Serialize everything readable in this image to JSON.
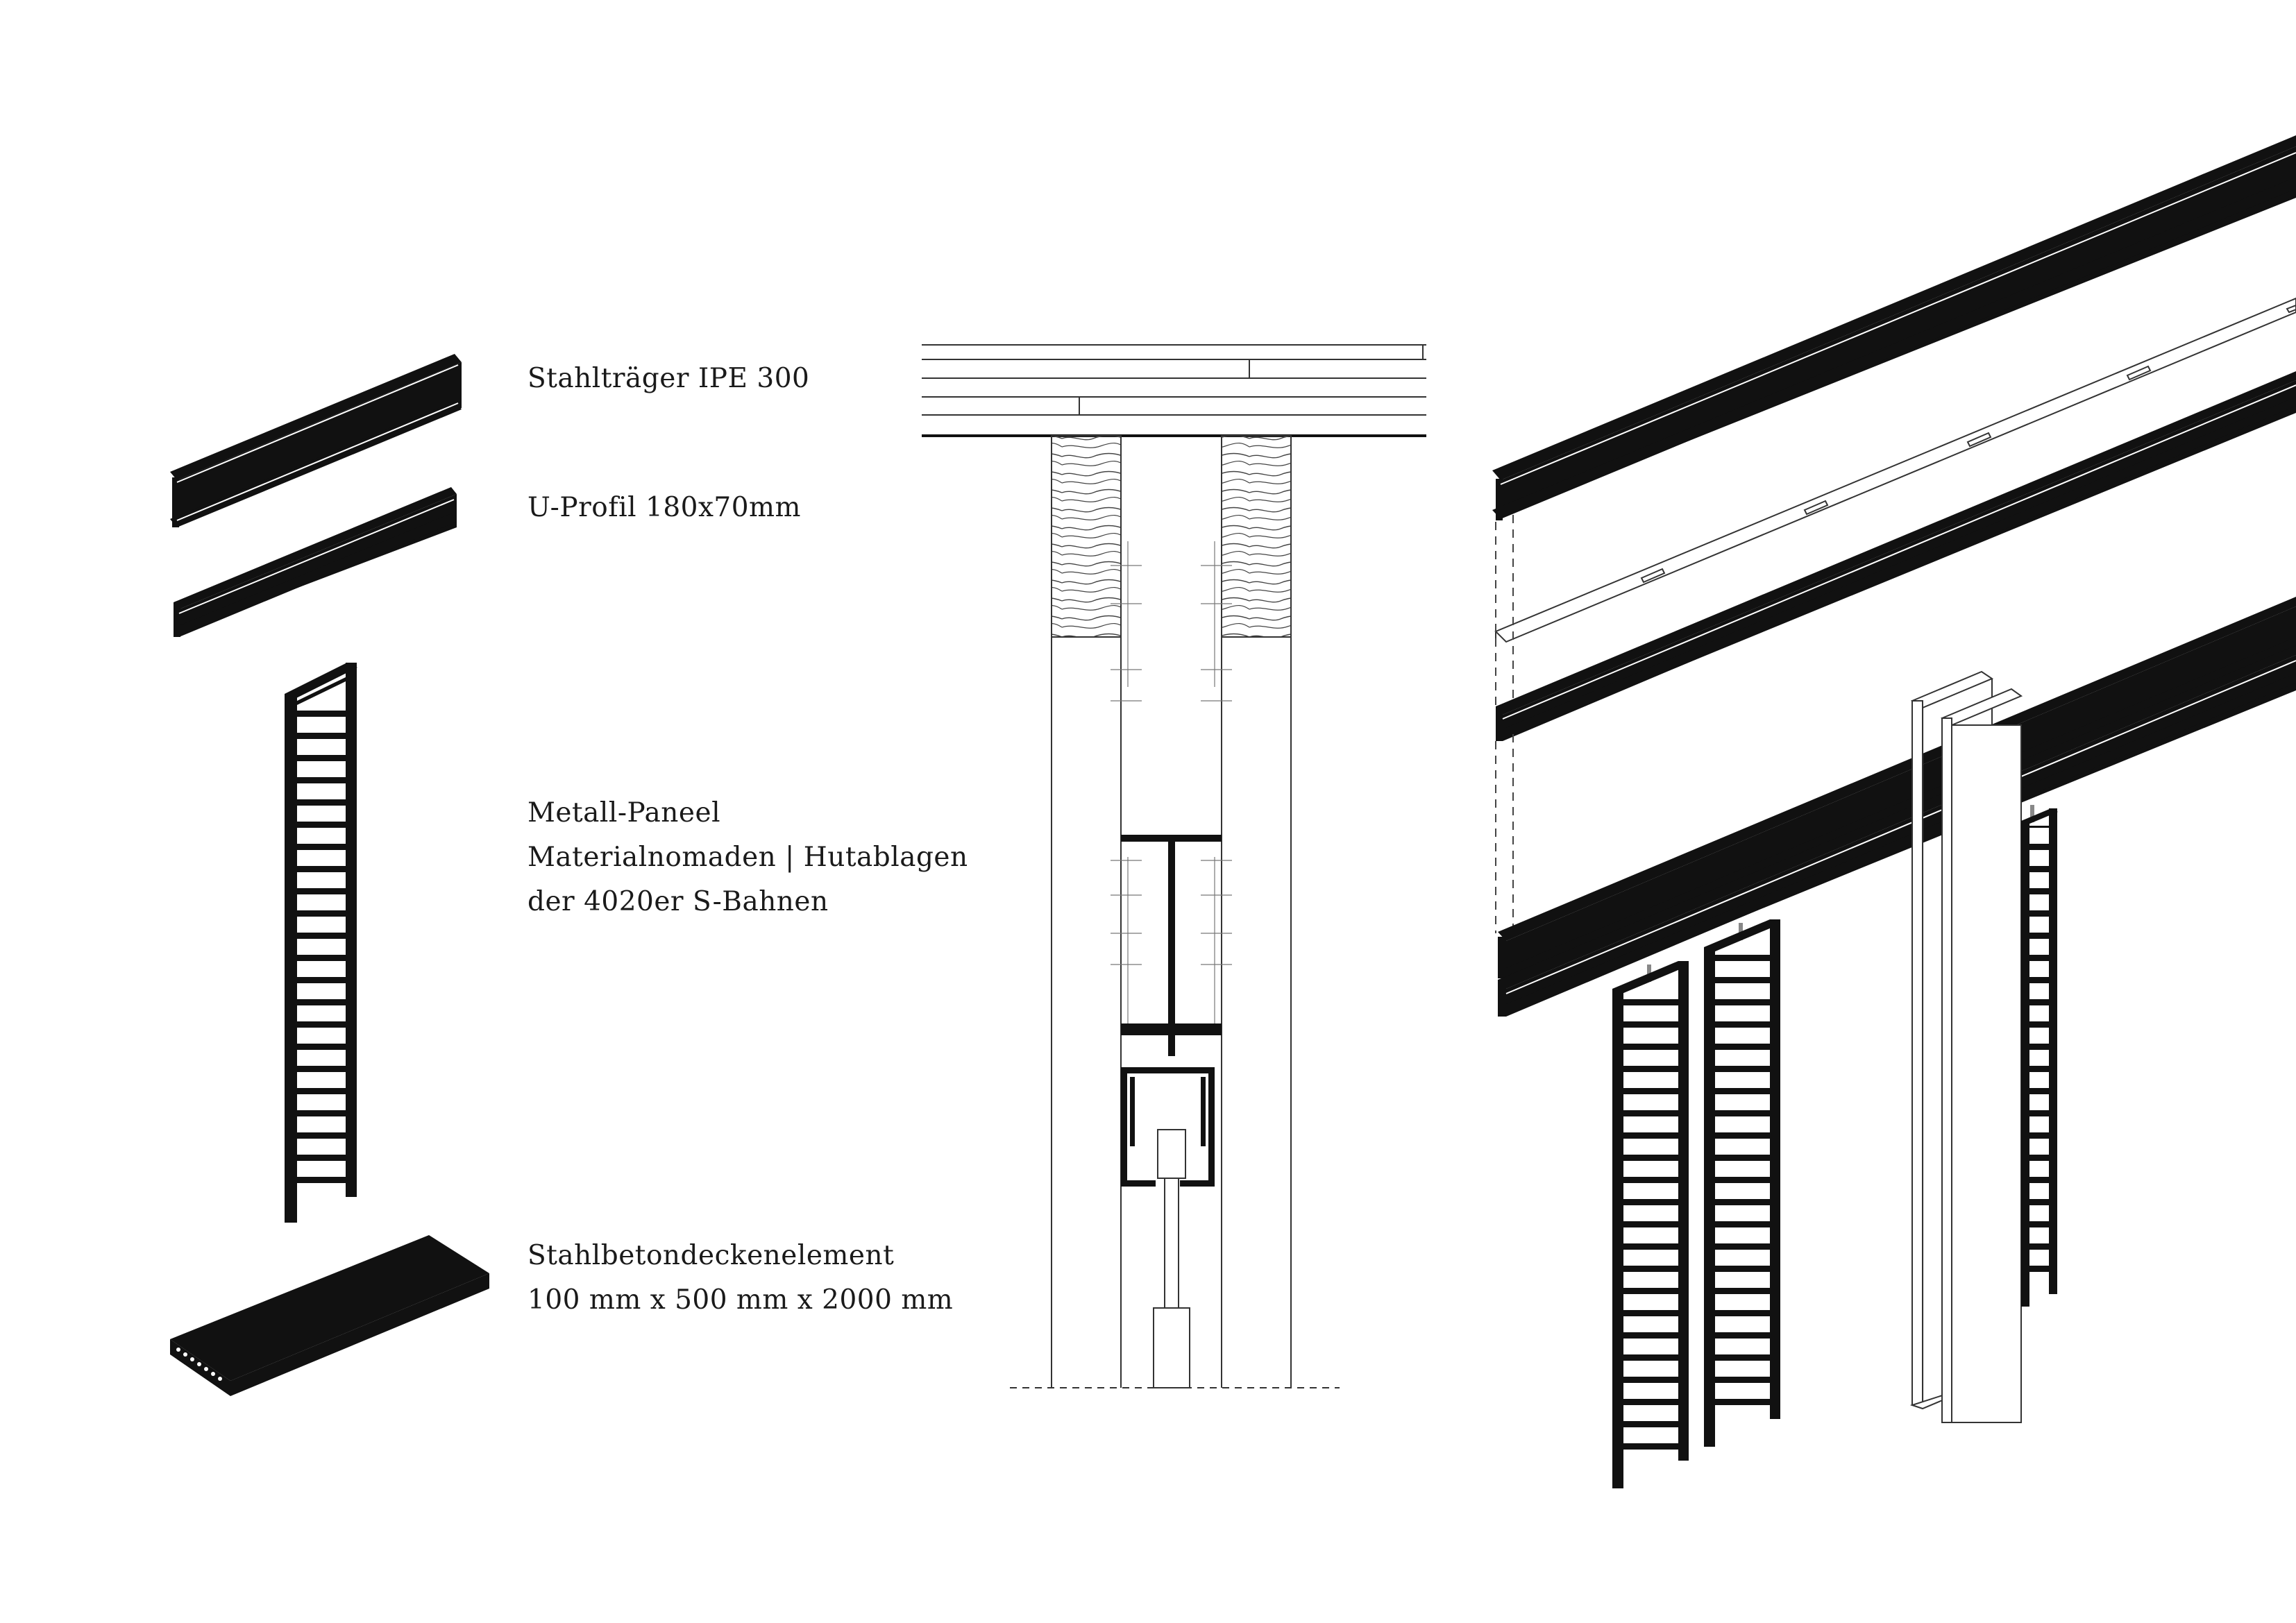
{
  "legend": {
    "beam": {
      "name": "Stahlträger IPE 300"
    },
    "uprofile": {
      "name": "U-Profil 180x70mm"
    },
    "panel": {
      "line1": "Metall-Paneel",
      "line2": "Materialnomaden | Hutablagen",
      "line3": "der 4020er S-Bahnen"
    },
    "slab": {
      "line1": "Stahlbetondeckenelement",
      "line2": "100 mm x 500 mm x 2000 mm"
    }
  },
  "colors": {
    "ink": "#111111",
    "line": "#333333",
    "paper": "#ffffff"
  }
}
